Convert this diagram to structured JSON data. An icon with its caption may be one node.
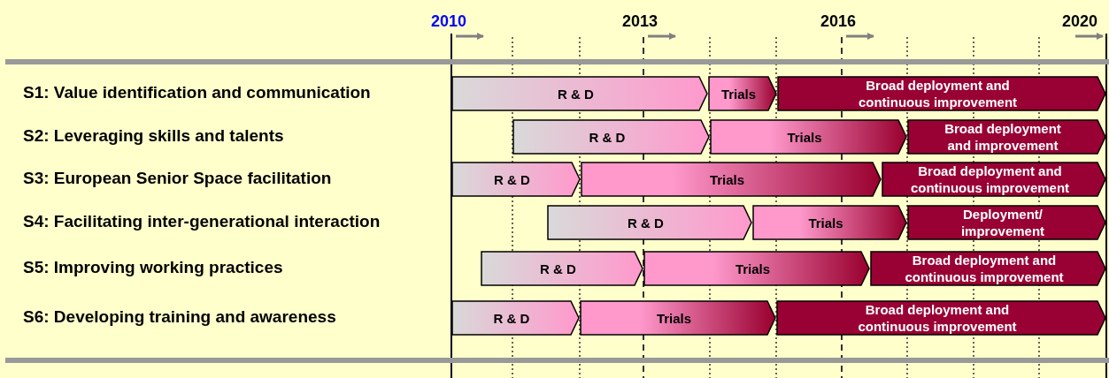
{
  "diagram": {
    "nodes": [
      {
        "text": [
          "R & D"
        ]
      },
      {
        "text": [
          "Trials"
        ]
      },
      {
        "text": [
          "Broad deployment and continuous improvement"
        ]
      },
      {
        "text": [
          "R & D"
        ]
      },
      {
        "text": [
          "Trials"
        ]
      },
      {
        "text": [
          "Broad deployment and improvement"
        ]
      },
      {
        "text": [
          "R & D"
        ]
      },
      {
        "text": [
          "Trials"
        ]
      },
      {
        "text": [
          "Broad deployment and continuous improvement"
        ]
      },
      {
        "text": [
          "R & D"
        ]
      },
      {
        "text": [
          "Trials"
        ]
      },
      {
        "text": [
          "Deployment/ improvement"
        ]
      },
      {
        "text": [
          "R & D"
        ]
      },
      {
        "text": [
          "Trials"
        ]
      },
      {
        "text": [
          "Broad deployment and continuous improvement"
        ]
      },
      {
        "text": [
          "R & D"
        ]
      },
      {
        "text": [
          "Trials"
        ]
      },
      {
        "text": [
          "Broad deployment and continuous improvement"
        ]
      }
    ],
    "labels": [
      "2010",
      "2013",
      "2016",
      "2020",
      "S1: Value identification and communication",
      "S2: Leveraging skills and talents",
      "S3: European Senior Space facilitation",
      "S4: Facilitating inter-generational interaction",
      "S5: Improving working practices",
      "S6: Developing training and awareness"
    ]
  }
}
